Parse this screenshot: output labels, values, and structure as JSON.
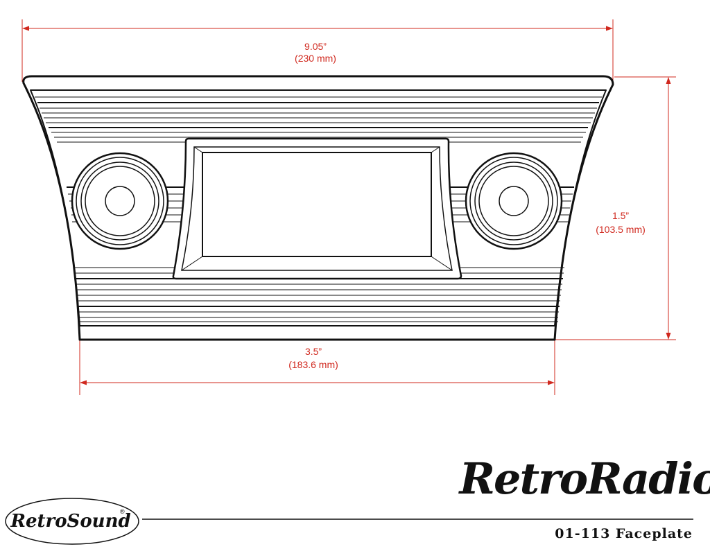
{
  "dimensions": {
    "top_width_in": "9.05”",
    "top_width_mm": "(230 mm)",
    "height_in": "1.5”",
    "height_mm": "(103.5 mm)",
    "bottom_width_in": "3.5”",
    "bottom_width_mm": "(183.6 mm)"
  },
  "branding": {
    "badge_logo": "RetroSound",
    "badge_mark": "®",
    "product_logo": "RetroRadio",
    "caption": "01-113 Faceplate"
  },
  "colors": {
    "dimension": "#d0281e",
    "line": "#111111",
    "background": "#ffffff"
  }
}
